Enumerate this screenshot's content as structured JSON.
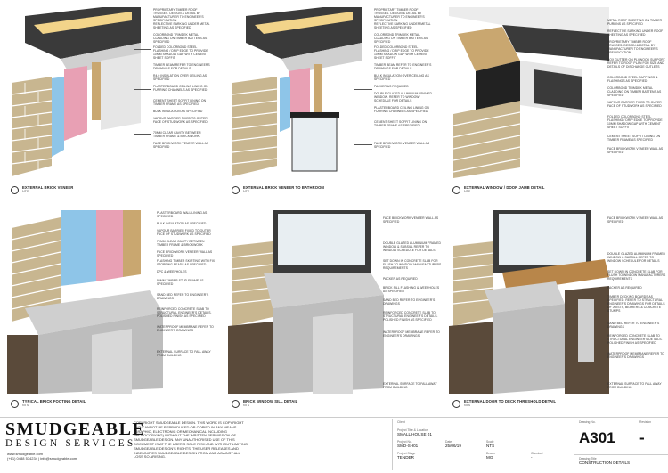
{
  "details": [
    {
      "caption": "EXTERNAL BRICK VENEER",
      "sub": "NTS",
      "notes": [
        "PROPRIETARY TIMBER ROOF TRUSSES. DESIGN & DETAIL BY MANUFACTURER TO ENGINEER'S SPECIFICATION",
        "REFLECTIVE SARKING UNDER METAL SHEETING AS SPECIFIED",
        "COLORBOND TRIMDEK METAL CLADDING ON TIMBER BATTENS AS SPECIFIED",
        "FOLDED COLORBOND STEEL FLASHING / DRIP EDGE TO PROVIDE 10mm SHADOW GAP WITH CEMENT SHEET SOFFIT",
        "TIMBER BEAM REFER TO ENGINEERS DRAWINGS FOR DETAILS",
        "R4.0 INSULATION OVER CEILING AS SPECIFIED",
        "PLASTERBOARD CEILING LINING ON FURRING CHANNELS AS SPECIFIED",
        "CEMENT SHEET SOFFIT LINING ON TIMBER FRAME AS SPECIFIED",
        "BULK INSULATION AS SPECIFIED",
        "VAPOUR BARRIER FIXED TO OUTER FACE OF STUDWORK AS SPECIFIED",
        "70mm CLEAR CAVITY BETWEEN TIMBER FRAME & BRICKWORK",
        "FACE BRICKWORK VENEER WALL AS SPECIFIED"
      ]
    },
    {
      "caption": "EXTERNAL BRICK VENEER TO BATHROOM",
      "sub": "NTS",
      "notes": [
        "PROPRIETARY TIMBER ROOF TRUSSES. DESIGN & DETAIL BY MANUFACTURER TO ENGINEER'S SPECIFICATION",
        "REFLECTIVE SARKING UNDER METAL SHEETING AS SPECIFIED",
        "COLORBOND TRIMDEK METAL CLADDING ON TIMBER BATTENS AS SPECIFIED",
        "FOLDED COLORBOND STEEL FLASHING / DRIP EDGE TO PROVIDE 10mm SHADOW GAP WITH CEMENT SHEET SOFFIT",
        "TIMBER BEAM REFER TO ENGINEER'S DRAWINGS FOR DETAILS",
        "BULK INSULATION OVER CEILING AS SPECIFIED",
        "PACKER AS REQUIRED",
        "DOUBLE GLAZED ALUMINIUM FRAMED WINDOW. REFER TO WINDOW SCHEDULE FOR DETAILS",
        "PLASTERBOARD CEILING LINING ON FURRING CHANNELS AS SPECIFIED",
        "CEMENT SHEET SOFFIT LINING ON TIMBER FRAME AS SPECIFIED",
        "FACE BRICKWORK VENEER WALL AS SPECIFIED"
      ]
    },
    {
      "caption": "EXTERNAL WINDOW / DOOR JAMB DETAIL",
      "sub": "NTS",
      "notes": [
        "METAL ROOF SHEETING ON TIMBER PURLINS AS SPECIFIED",
        "REFLECTIVE SARKING UNDER ROOF SHEETING AS SPECIFIED",
        "PROPRIETARY TIMBER ROOF TRUSSES. DESIGN & DETAIL BY MANUFACTURER TO ENGINEER'S SPECIFICATION",
        "BOX GUTTER ON PLYWOOD SUPPORT. REFER TO ROOF PLAN FOR SIZE AND DETAILS OF DISCHARGE OUTLETS",
        "COLORBOND STEEL CAPPINGS & FLASHINGS AS SPECIFIED",
        "COLORBOND TRIMDEK METAL CLADDING ON TIMBER BATTENS AS SPECIFIED",
        "VAPOUR BARRIER FIXED TO OUTER FACE OF STUDWORK AS SPECIFIED",
        "FOLDED COLORBOND STEEL FLASHING / DRIP EDGE TO PROVIDE 10mm SHADOW GAP WITH CEMENT SHEET SOFFIT",
        "CEMENT SHEET SOFFIT LINING ON TIMBER FRAME AS SPECIFIED",
        "FACE BRICKWORK VENEER WALL AS SPECIFIED"
      ]
    },
    {
      "caption": "TYPICAL BRICK FOOTING DETAIL",
      "sub": "NTS",
      "notes": [
        "PLASTERBOARD WALL LINING AS SPECIFIED",
        "BULK INSULATION AS SPECIFIED",
        "VAPOUR BARRIER FIXED TO OUTER FACE OF STUDWORK AS SPECIFIED",
        "70mm CLEAR CAVITY BETWEEN TIMBER FRAME & BRICKWORK",
        "FACE BRICKWORK VENEER WALL AS SPECIFIED",
        "FLASHING TIMBER SKIRTING WITH FIX STOPPING BEADS AS SPECIFIED",
        "DPC & WEEPHOLES",
        "90mm TIMBER STUD FRAME AS SPECIFIED",
        "SAND BED REFER TO ENGINEER'S DRAWINGS",
        "REINFORCED CONCRETE SLAB TO STRUCTURAL ENGINEER'S DETAILS. POLISHED FINISH AS SPECIFIED",
        "WATERPROOF MEMBRANE REFER TO ENGINEER'S DRAWINGS",
        "EXTERNAL SURFACE TO FALL AWAY FROM BUILDING"
      ]
    },
    {
      "caption": "BRICK WINDOW SILL DETAIL",
      "sub": "NTS",
      "notes": [
        "FACE BRICKWORK VENEER WALL AS SPECIFIED",
        "DOUBLE GLAZED ALUMINIUM FRAMED WINDOW & SUBSILL REFER TO WINDOW SCHEDULE FOR DETAILS",
        "SET DOWN IN CONCRETE SLAB FOR FLUSH TO WINDOW MANUFACTURERS REQUIREMENTS",
        "PACKER AS REQUIRED",
        "BRICK SILL FLASHING & WEEPHOLES AS SPECIFIED",
        "SAND BED REFER TO ENGINEER'S DRAWINGS",
        "REINFORCED CONCRETE SLAB TO STRUCTURAL ENGINEER'S DETAILS. POLISHED FINISH AS SPECIFIED",
        "WATERPROOF MEMBRANE REFER TO ENGINEER'S DRAWINGS",
        "EXTERNAL SURFACE TO FALL AWAY FROM BUILDING"
      ]
    },
    {
      "caption": "EXTERNAL DOOR TO DECK THRESHOLD DETAIL",
      "sub": "NTS",
      "notes": [
        "FACE BRICKWORK VENEER WALL AS SPECIFIED",
        "DOUBLE GLAZED ALUMINIUM FRAMED WINDOW & SUBSILL REFER TO WINDOW SCHEDULE FOR DETAILS",
        "SET DOWN IN CONCRETE SLAB FOR FLUSH TO WINDOW MANUFACTURERS REQUIREMENTS",
        "PACKER AS REQUIRED",
        "TIMBER DECKING BOARDS AS SPECIFIED. REFER TO STRUCTURAL ENGINEER'S DRAWINGS FOR DETAILS OF JOISTS, BEARERS & CONCRETE STUMPS",
        "SAND BED REFER TO ENGINEER'S DRAWINGS",
        "REINFORCED CONCRETE SLAB TO STRUCTURAL ENGINEER'S DETAILS. POLISHED FINISH AS SPECIFIED",
        "WATERPROOF MEMBRANE REFER TO ENGINEER'S DRAWINGS",
        "EXTERNAL SURFACE TO FALL AWAY FROM BUILDING"
      ]
    }
  ],
  "title_block": {
    "brand_line1": "SMUDGEABLE",
    "brand_line2": "DESIGN SERVICES",
    "website": "www.smudgeable.com",
    "contact": "(+61) 0488 574234  |  info@smudgeable.com",
    "copyright": "COPYRIGHT SMUDGEABLE DESIGN. THIS WORK IS COPYRIGHT AND CANNOT BE REPRODUCED OR COPIED IN ANY MEANS (GRAPHIC, ELECTRONIC OR MECHANICAL INCLUDING PHOTOCOPYING) WITHOUT THE WRITTEN PERMISSION OF SMUDGEABLE DESIGN. ANY UNAUTHORISED USE OF THIS DOCUMENT IS AT THE USER'S SOLE RISK AND WITHOUT LIMITING SMUDGEABLE DESIGN'S RIGHTS, THE USER RELEASES AND INDEMNIFIES SMUDGEABLE DESIGN FROM AND AGAINST ALL LOSS SO ARISING.",
    "client_label": "Client",
    "client_value": "",
    "project_label": "Project Title & Location",
    "project_value": "SMALL HOUSE 01",
    "project_no_label": "Project No.",
    "project_no_value": "SMD-SH01",
    "date_label": "Date",
    "date_value": "25/06/19",
    "scale_label": "Scale",
    "scale_value": "NTS",
    "stage_label": "Project Stage",
    "stage_value": "TENDER",
    "drawn_label": "Drawn",
    "drawn_value": "MG",
    "checked_label": "Checked",
    "checked_value": "-",
    "drawing_no_label": "Drawing No.",
    "drawing_no_value": "A301",
    "revision_label": "Revision",
    "revision_value": "-",
    "drawing_title_label": "Drawing Title",
    "drawing_title_value": "CONSTRUCTION DETAILS"
  },
  "colors": {
    "brick": "#c8b690",
    "insulation_pink": "#e8a0b4",
    "membrane_blue": "#8ec5e8",
    "timber": "#c9a770",
    "concrete": "#cfcfcf",
    "soil": "#5a4a3a",
    "roof_dark": "#3a3a3a",
    "insulation_yellow": "#f2d48a"
  }
}
